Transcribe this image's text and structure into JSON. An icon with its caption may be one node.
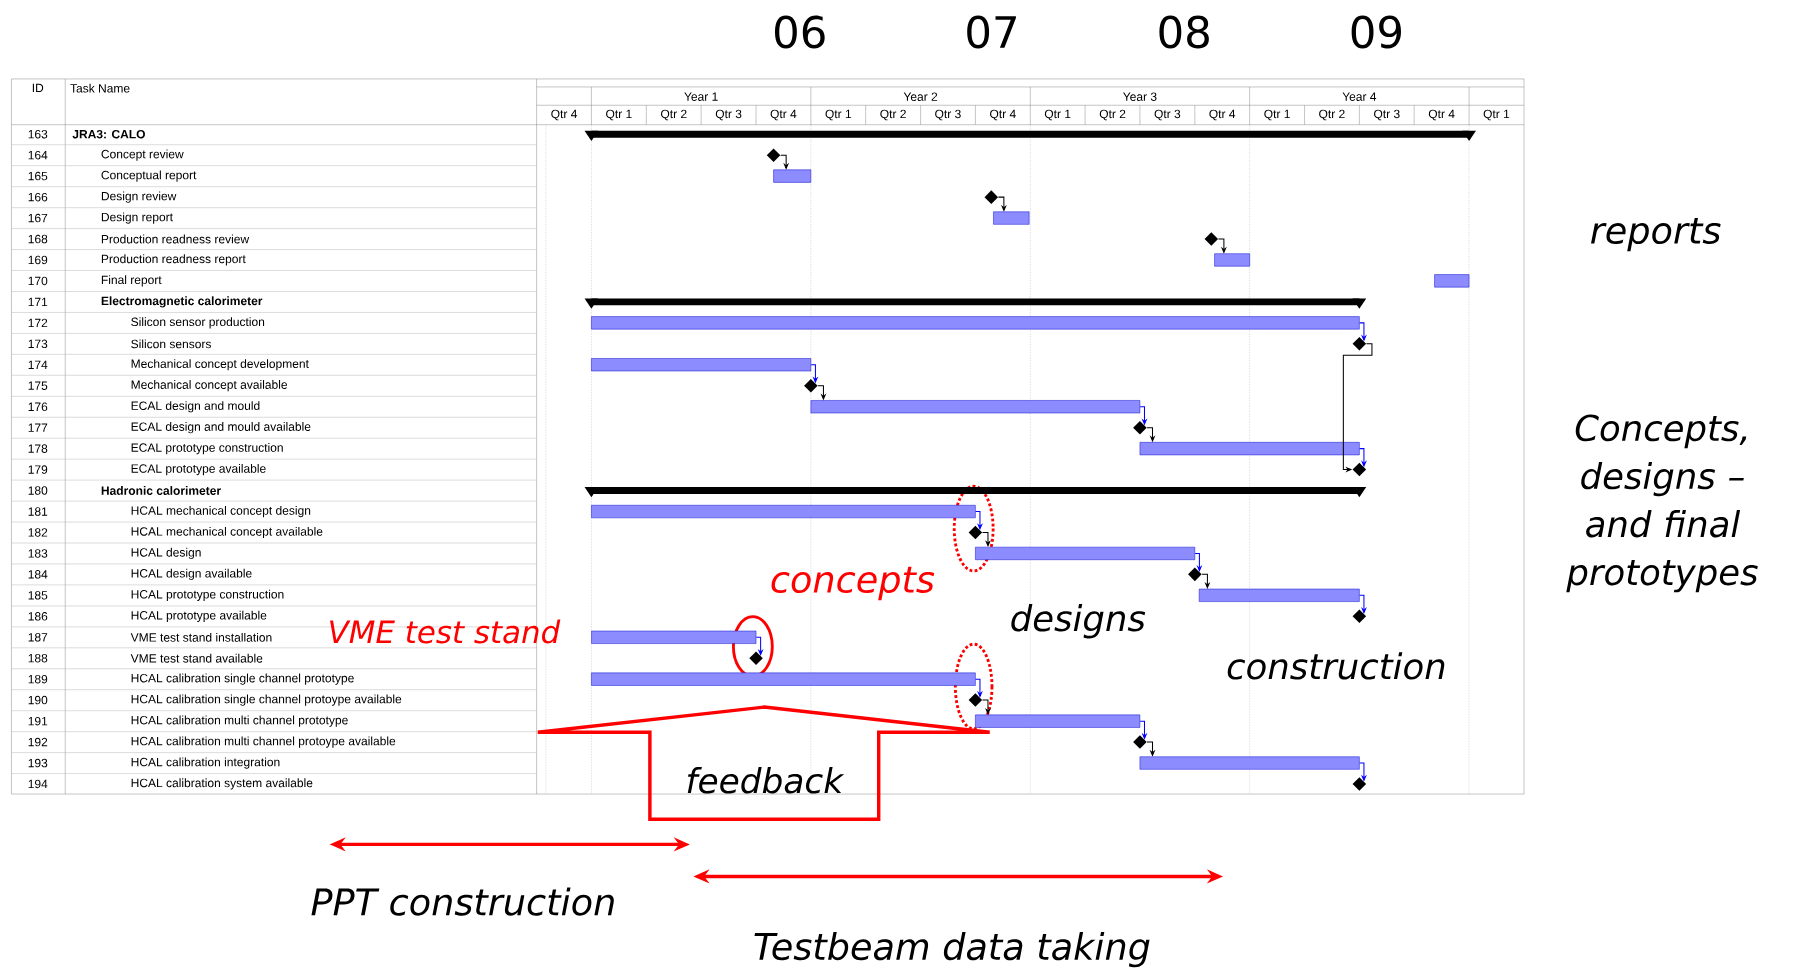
{
  "diagram": {
    "nodes": [
      {
        "text": [],
        "shape": "diamond"
      },
      {
        "text": [],
        "shape": "bar"
      },
      {
        "text": [],
        "shape": "diamond"
      },
      {
        "text": [],
        "shape": "bar"
      },
      {
        "text": [],
        "shape": "diamond"
      },
      {
        "text": [],
        "shape": "bar"
      },
      {
        "text": [],
        "shape": "bar"
      },
      {
        "text": [],
        "shape": "bar"
      },
      {
        "text": [],
        "shape": "diamond"
      },
      {
        "text": [],
        "shape": "bar"
      },
      {
        "text": [],
        "shape": "diamond"
      },
      {
        "text": [],
        "shape": "bar"
      },
      {
        "text": [],
        "shape": "diamond"
      },
      {
        "text": [],
        "shape": "bar"
      },
      {
        "text": [],
        "shape": "diamond"
      },
      {
        "text": [],
        "shape": "bar"
      },
      {
        "text": [],
        "shape": "diamond"
      },
      {
        "text": [],
        "shape": "bar"
      },
      {
        "text": [],
        "shape": "diamond"
      },
      {
        "text": [],
        "shape": "bar"
      },
      {
        "text": [],
        "shape": "diamond"
      },
      {
        "text": [],
        "shape": "bar"
      },
      {
        "text": [],
        "shape": "diamond"
      },
      {
        "text": [],
        "shape": "bar"
      },
      {
        "text": [],
        "shape": "diamond"
      },
      {
        "text": [],
        "shape": "bar"
      },
      {
        "text": [],
        "shape": "diamond"
      },
      {
        "text": [],
        "shape": "bar"
      },
      {
        "text": [],
        "shape": "diamond"
      },
      {
        "text": [
          "feedback"
        ]
      }
    ],
    "edges": [
      {
        "from": 0,
        "to": 1,
        "arrow": "to",
        "color": "#000000"
      },
      {
        "from": 2,
        "to": 3,
        "arrow": "to",
        "color": "#000000"
      },
      {
        "from": 4,
        "to": 5,
        "arrow": "to",
        "color": "#000000"
      },
      {
        "from": 7,
        "to": 8,
        "arrow": "to"
      },
      {
        "from": 8,
        "to": 14,
        "arrow": "to",
        "color": "#000000"
      },
      {
        "from": 9,
        "to": 10,
        "arrow": "to"
      },
      {
        "from": 10,
        "to": 11,
        "arrow": "to",
        "color": "#000000"
      },
      {
        "from": 11,
        "to": 12,
        "arrow": "to"
      },
      {
        "from": 12,
        "to": 13,
        "arrow": "to",
        "color": "#000000"
      },
      {
        "from": 13,
        "to": 14,
        "arrow": "to"
      },
      {
        "from": 15,
        "to": 16,
        "arrow": "to"
      },
      {
        "from": 16,
        "to": 17,
        "arrow": "to",
        "color": "#000000"
      },
      {
        "from": 17,
        "to": 18,
        "arrow": "to"
      },
      {
        "from": 18,
        "to": 19,
        "arrow": "to",
        "color": "#000000"
      },
      {
        "from": 19,
        "to": 20,
        "arrow": "to"
      },
      {
        "from": 21,
        "to": 22,
        "arrow": "to"
      },
      {
        "from": 23,
        "to": 24,
        "arrow": "to"
      },
      {
        "from": 24,
        "to": 25,
        "arrow": "to",
        "color": "#000000"
      },
      {
        "from": 25,
        "to": 26,
        "arrow": "to"
      },
      {
        "from": 26,
        "to": 27,
        "arrow": "to",
        "color": "#000000"
      },
      {
        "from": 27,
        "to": 28,
        "arrow": "to"
      }
    ],
    "labels": [
      "06",
      "07",
      "08",
      "09",
      "ID",
      "Task Name",
      "Year 1",
      "Year 2",
      "Year 3",
      "Year 4",
      "Qtr 4",
      "Qtr 1",
      "Qtr 2",
      "Qtr 3",
      "Qtr 4",
      "Qtr 1",
      "Qtr 2",
      "Qtr 3",
      "Qtr 4",
      "Qtr 1",
      "Qtr 2",
      "Qtr 3",
      "Qtr 4",
      "Qtr 1",
      "Qtr 2",
      "Qtr 3",
      "Qtr 4",
      "Qtr 1",
      "163",
      "JRA3: CALO",
      "164",
      "Concept review",
      "165",
      "Conceptual report",
      "166",
      "Design review",
      "167",
      "Design report",
      "168",
      "Production readness review",
      "169",
      "Production readness report",
      "170",
      "Final report",
      "171",
      "Electromagnetic calorimeter",
      "172",
      "Silicon sensor production",
      "173",
      "Silicon sensors",
      "174",
      "Mechanical concept development",
      "175",
      "Mechanical concept available",
      "176",
      "ECAL design and mould",
      "177",
      "ECAL design and mould available",
      "178",
      "ECAL prototype construction",
      "179",
      "ECAL prototype available",
      "180",
      "Hadronic calorimeter",
      "181",
      "HCAL mechanical concept design",
      "182",
      "HCAL mechanical concept available",
      "183",
      "HCAL design",
      "184",
      "HCAL design available",
      "185",
      "HCAL prototype construction",
      "186",
      "HCAL prototype available",
      "187",
      "VME test stand installation",
      "188",
      "VME test stand available",
      "189",
      "HCAL calibration single channel prototype",
      "190",
      "HCAL calibration single channel protoype available",
      "191",
      "HCAL calibration multi channel prototype",
      "192",
      "HCAL calibration multi channel protoype available",
      "193",
      "HCAL calibration integration",
      "194",
      "HCAL calibration system available",
      "reports",
      "Concepts, designs – and final prototypes",
      "concepts",
      "VME test stand",
      "designs",
      "construction",
      "PPT construction",
      "Testbeam data taking"
    ]
  }
}
